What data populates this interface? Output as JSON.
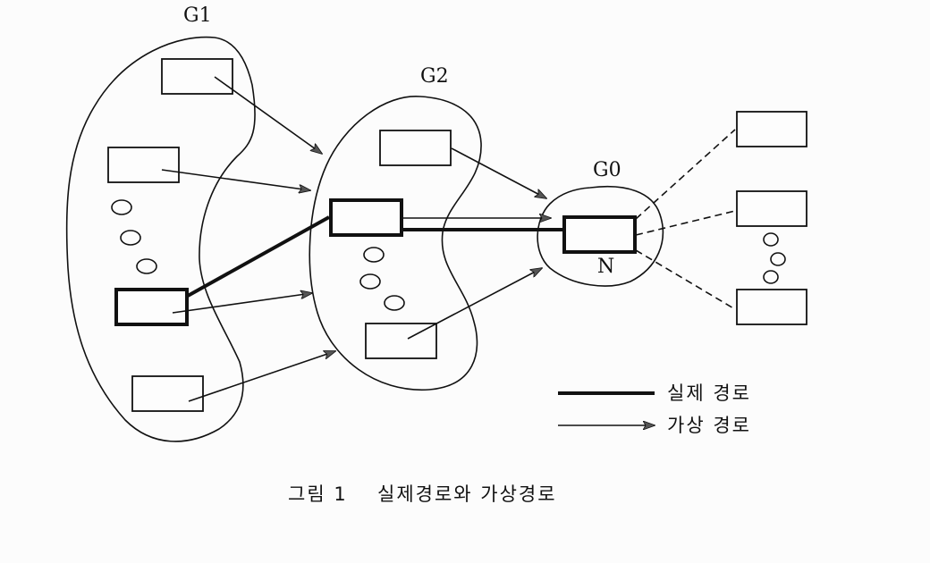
{
  "figure": {
    "groups": [
      {
        "id": "G1",
        "label": "G1"
      },
      {
        "id": "G2",
        "label": "G2"
      },
      {
        "id": "G0",
        "label": "G0"
      }
    ],
    "node_label": "N",
    "legend": {
      "real_path": "실제 경로",
      "virtual_path": "가상 경로"
    },
    "caption": {
      "number": "그림 1",
      "title": "실제경로와 가상경로"
    }
  }
}
